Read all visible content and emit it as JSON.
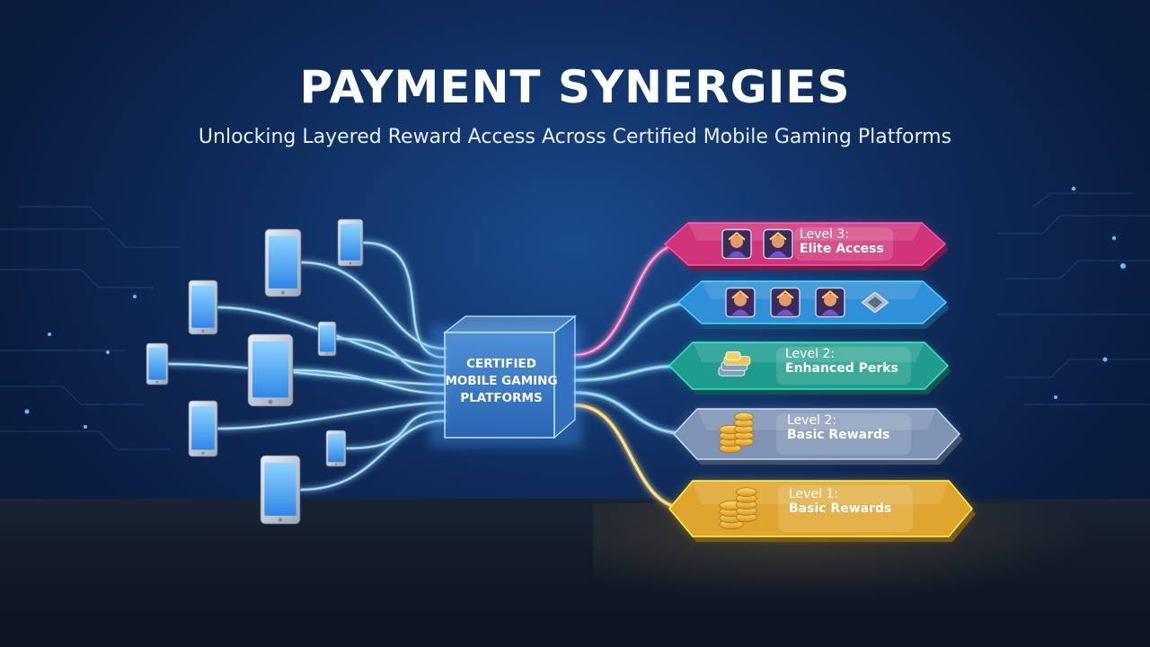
{
  "title": "PAYMENT SYNERGIES",
  "subtitle": "Unlocking Layered Reward Access Across Certified Mobile Gaming Platforms",
  "hub": {
    "line1": "CERTIFIED",
    "line2": "MOBILE GAMING",
    "line3": "PLATFORMS"
  },
  "tiers": [
    {
      "level": "Level 3:",
      "name": "Elite Access",
      "color": "#d0357a",
      "icons": [
        "hero-portrait-icon",
        "hero-portrait-icon"
      ]
    },
    {
      "level": "",
      "name": "",
      "color": "#2f8fd8",
      "icons": [
        "hero-portrait-icon",
        "hero-portrait-icon",
        "hero-portrait-icon",
        "item-chest-icon"
      ]
    },
    {
      "level": "Level 2:",
      "name": "Enhanced Perks",
      "color": "#1f9c8c",
      "icons": [
        "ticket-stack-icon"
      ]
    },
    {
      "level": "Level 2:",
      "name": "Basic Rewards",
      "color": "#7f93b4",
      "icons": [
        "coin-stack-icon"
      ]
    },
    {
      "level": "Level 1:",
      "name": "Basic Rewards",
      "color": "#e0a52e",
      "icons": [
        "coin-stack-icon"
      ]
    }
  ],
  "colors": {
    "stream_blue": "#6ec8ff",
    "stream_pink": "#ff5fb0",
    "stream_gold": "#ffd35a"
  }
}
